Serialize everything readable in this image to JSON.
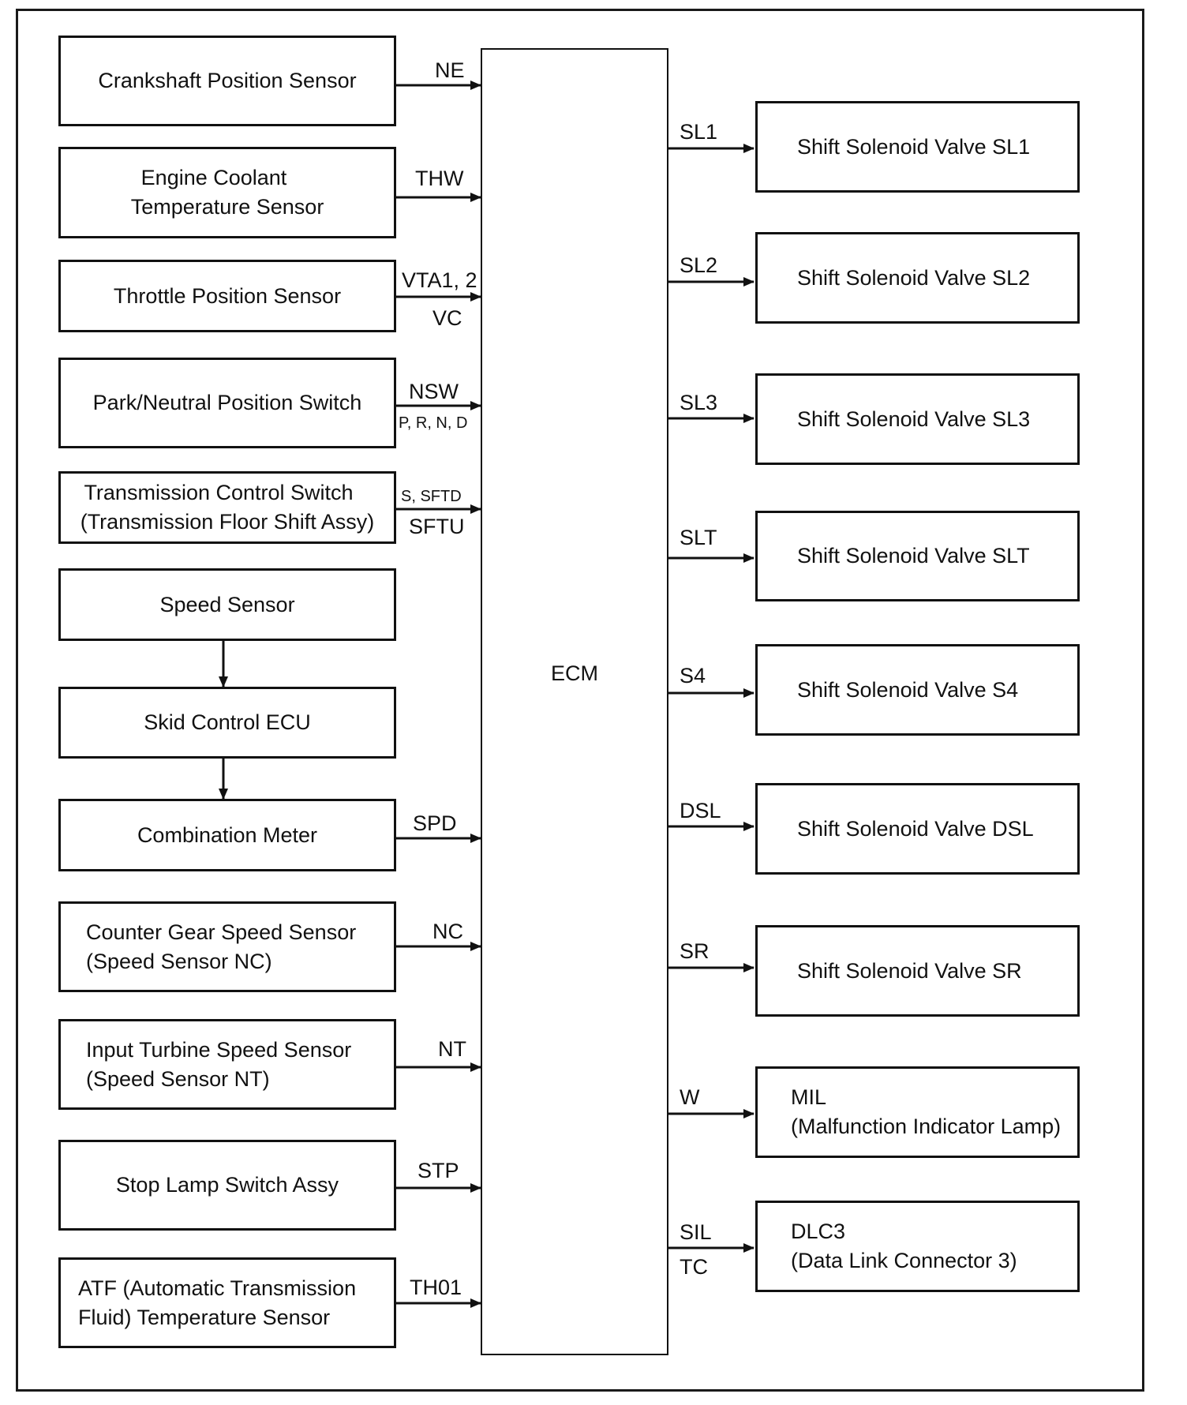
{
  "ecm": {
    "label": "ECM"
  },
  "inputs": [
    {
      "lines": [
        "Crankshaft Position Sensor"
      ],
      "signals": [
        "NE"
      ]
    },
    {
      "lines": [
        "Engine Coolant",
        "Temperature Sensor"
      ],
      "signals": [
        "THW"
      ]
    },
    {
      "lines": [
        "Throttle Position Sensor"
      ],
      "signals": [
        "VTA1, 2",
        "VC"
      ]
    },
    {
      "lines": [
        "Park/Neutral Position Switch"
      ],
      "signals": [
        "NSW",
        "P, R, N, D"
      ]
    },
    {
      "lines": [
        "Transmission Control Switch",
        "(Transmission Floor Shift Assy)"
      ],
      "signals": [
        "S, SFTD",
        "SFTU"
      ]
    },
    {
      "lines": [
        "Speed Sensor"
      ],
      "signals": []
    },
    {
      "lines": [
        "Skid Control ECU"
      ],
      "signals": []
    },
    {
      "lines": [
        "Combination Meter"
      ],
      "signals": [
        "SPD"
      ]
    },
    {
      "lines": [
        "Counter Gear Speed Sensor",
        "(Speed Sensor NC)"
      ],
      "signals": [
        "NC"
      ]
    },
    {
      "lines": [
        "Input Turbine Speed Sensor",
        "(Speed Sensor NT)"
      ],
      "signals": [
        "NT"
      ]
    },
    {
      "lines": [
        "Stop Lamp Switch Assy"
      ],
      "signals": [
        "STP"
      ]
    },
    {
      "lines": [
        "ATF (Automatic Transmission",
        "Fluid) Temperature Sensor"
      ],
      "signals": [
        "TH01"
      ]
    }
  ],
  "outputs": [
    {
      "lines": [
        "Shift Solenoid Valve SL1"
      ],
      "signals": [
        "SL1"
      ]
    },
    {
      "lines": [
        "Shift Solenoid Valve SL2"
      ],
      "signals": [
        "SL2"
      ]
    },
    {
      "lines": [
        "Shift Solenoid Valve SL3"
      ],
      "signals": [
        "SL3"
      ]
    },
    {
      "lines": [
        "Shift Solenoid Valve SLT"
      ],
      "signals": [
        "SLT"
      ]
    },
    {
      "lines": [
        "Shift Solenoid Valve S4"
      ],
      "signals": [
        "S4"
      ]
    },
    {
      "lines": [
        "Shift Solenoid Valve DSL"
      ],
      "signals": [
        "DSL"
      ]
    },
    {
      "lines": [
        "Shift Solenoid Valve SR"
      ],
      "signals": [
        "SR"
      ]
    },
    {
      "lines": [
        "MIL",
        "(Malfunction Indicator Lamp)"
      ],
      "signals": [
        "W"
      ]
    },
    {
      "lines": [
        "DLC3",
        "(Data Link Connector 3)"
      ],
      "signals": [
        "SIL",
        "TC"
      ]
    }
  ]
}
